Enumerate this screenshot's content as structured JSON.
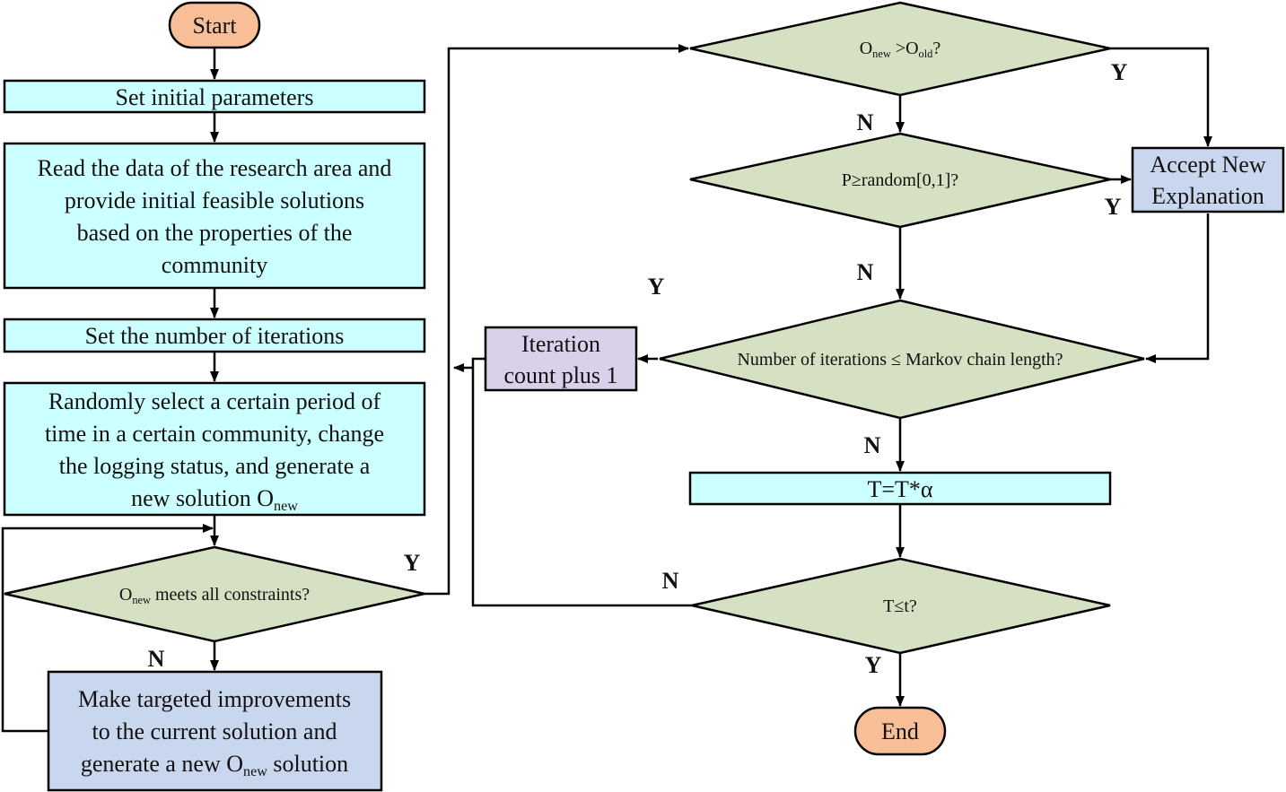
{
  "flowchart": {
    "start": "Start",
    "end": "End",
    "set_params": "Set initial parameters",
    "read_data": [
      "Read the data of the research area and",
      "provide initial feasible solutions",
      "based on the properties of the",
      "community"
    ],
    "set_iterations": "Set the number of iterations",
    "random_select": [
      "Randomly select a certain period of",
      "time in a certain community, change",
      "the logging status, and generate a"
    ],
    "random_select_last": "new solution O",
    "sub_new": "new",
    "sub_old": "old",
    "constraints_o": "O",
    "constraints_rest": " meets all constraints?",
    "improve": [
      "Make targeted improvements",
      "to the current solution and"
    ],
    "improve_last_pre": "generate a new O",
    "improve_last_post": " solution",
    "compare_o": "O",
    "compare_mid": " >O",
    "compare_end": "?",
    "prob_check": "P≥random[0,1]?",
    "accept": [
      "Accept New",
      "Explanation"
    ],
    "markov_check": "Number of iterations ≤ Markov chain length?",
    "iter_plus": [
      "Iteration",
      "count plus 1"
    ],
    "temp_update": "T=T*α",
    "temp_check": "T≤t?",
    "yes": "Y",
    "no": "N"
  },
  "colors": {
    "cyan_box": "#ccffff",
    "blue_box": "#c8d6ee",
    "purple_box": "#d9d1e9",
    "diamond": "#d6e0c2",
    "terminal": "#f8be98",
    "line": "#000000"
  }
}
